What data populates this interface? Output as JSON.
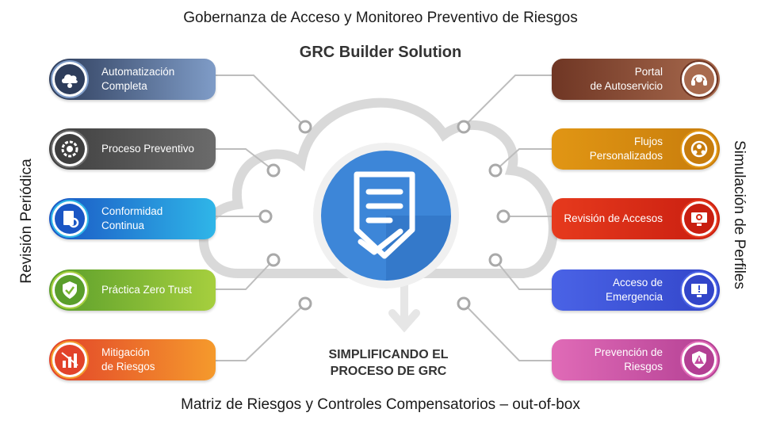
{
  "titles": {
    "top": "Gobernanza de Acceso y Monitoreo Preventivo de Riesgos",
    "subtitle": "GRC Builder Solution",
    "bottom": "Matriz de Riesgos y Controles Compensatorios – out-of-box",
    "left_side": "Revisión Periódica",
    "right_side": "Simulación de Perfiles"
  },
  "center": {
    "caption_line1": "SIMPLIFICANDO EL",
    "caption_line2": "PROCESO DE GRC",
    "icon": "document-check-icon",
    "color": "#3d86d8"
  },
  "left_items": [
    {
      "line1": "Automatización",
      "line2": "Completa",
      "icon": "cloud-gear-icon",
      "color_from": "#2e3d5b",
      "color_to": "#7f9cc7"
    },
    {
      "line1": "Proceso Preventivo",
      "line2": "",
      "icon": "gear-cycle-icon",
      "color_from": "#3e3e3e",
      "color_to": "#6b6b6b"
    },
    {
      "line1": "Conformidad",
      "line2": "Continua",
      "icon": "document-gear-icon",
      "color_from": "#1a56c4",
      "color_to": "#2fb6e8"
    },
    {
      "line1": "Práctica Zero Trust",
      "line2": "",
      "icon": "shield-check-icon",
      "color_from": "#5a9e2b",
      "color_to": "#a6cf3e"
    },
    {
      "line1": "Mitigación",
      "line2": "de Riesgos",
      "icon": "risk-chart-icon",
      "color_from": "#e2432a",
      "color_to": "#f59a2c"
    }
  ],
  "right_items": [
    {
      "line1": "Portal",
      "line2": "de Autoservicio",
      "icon": "headset-icon",
      "color_from": "#6f3624",
      "color_to": "#a86a4e"
    },
    {
      "line1": "Flujos Personalizados",
      "line2": "",
      "icon": "workflow-users-icon",
      "color_from": "#e19614",
      "color_to": "#c77c0c"
    },
    {
      "line1": "Revisión de Accesos",
      "line2": "",
      "icon": "monitor-review-icon",
      "color_from": "#e63a1d",
      "color_to": "#c91e10"
    },
    {
      "line1": "Acceso de",
      "line2": "Emergencia",
      "icon": "monitor-alert-icon",
      "color_from": "#4a63e6",
      "color_to": "#3245c9"
    },
    {
      "line1": "Prevención de",
      "line2": "Riesgos",
      "icon": "shield-alert-icon",
      "color_from": "#e06bb7",
      "color_to": "#b33f93"
    }
  ]
}
